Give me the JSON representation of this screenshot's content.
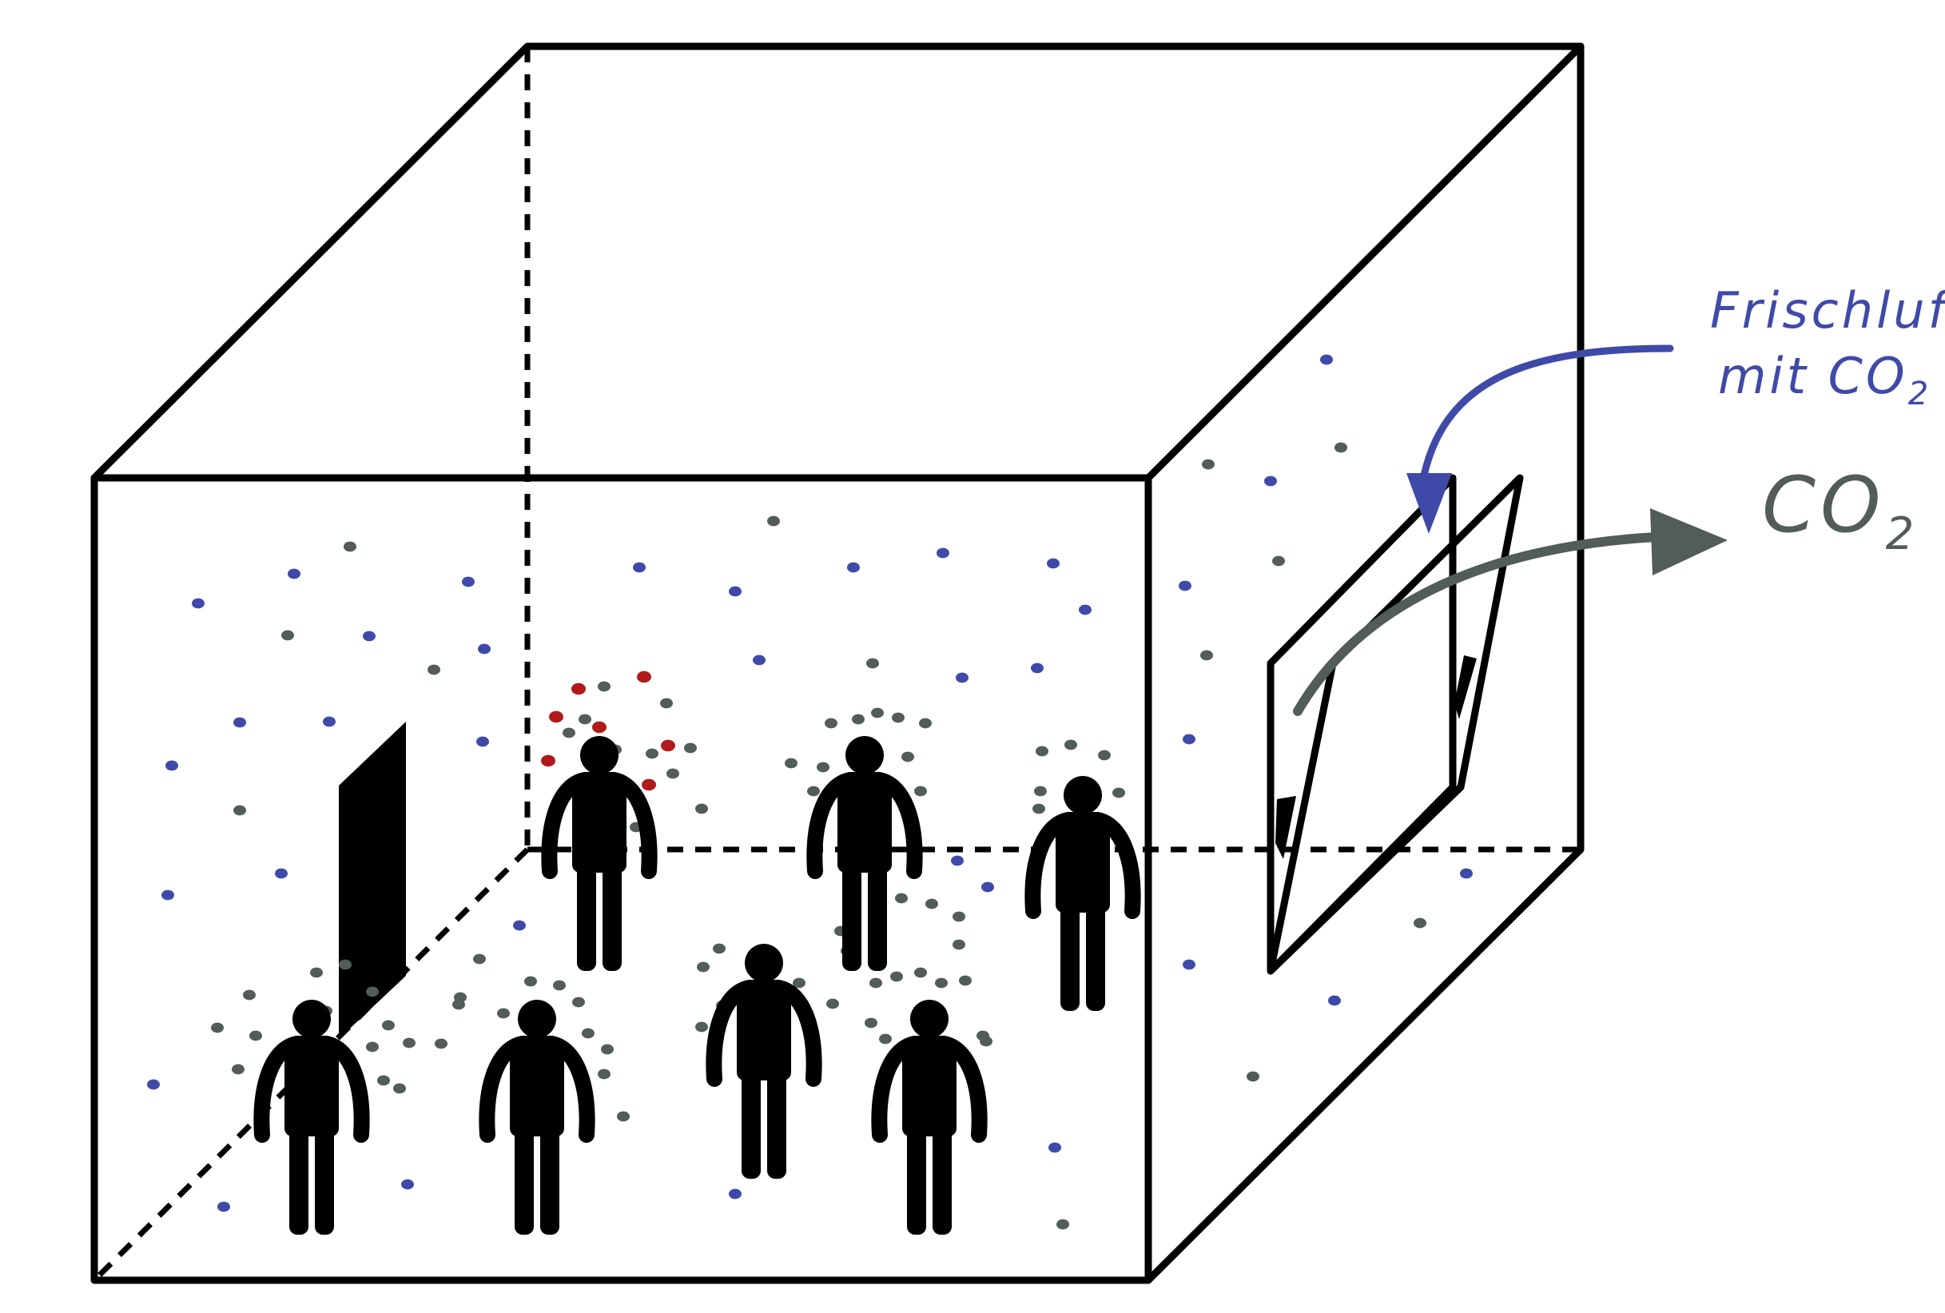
{
  "labels": {
    "fresh_air_line1": "Frischluft",
    "fresh_air_line2": "mit CO",
    "fresh_air_sub": "2",
    "exhaust_main": "CO",
    "exhaust_sub": "2"
  },
  "colors": {
    "fresh_air": "#3f4aa8",
    "co2": "#525c58",
    "infectious": "#b01a1a",
    "outline": "#000000"
  }
}
